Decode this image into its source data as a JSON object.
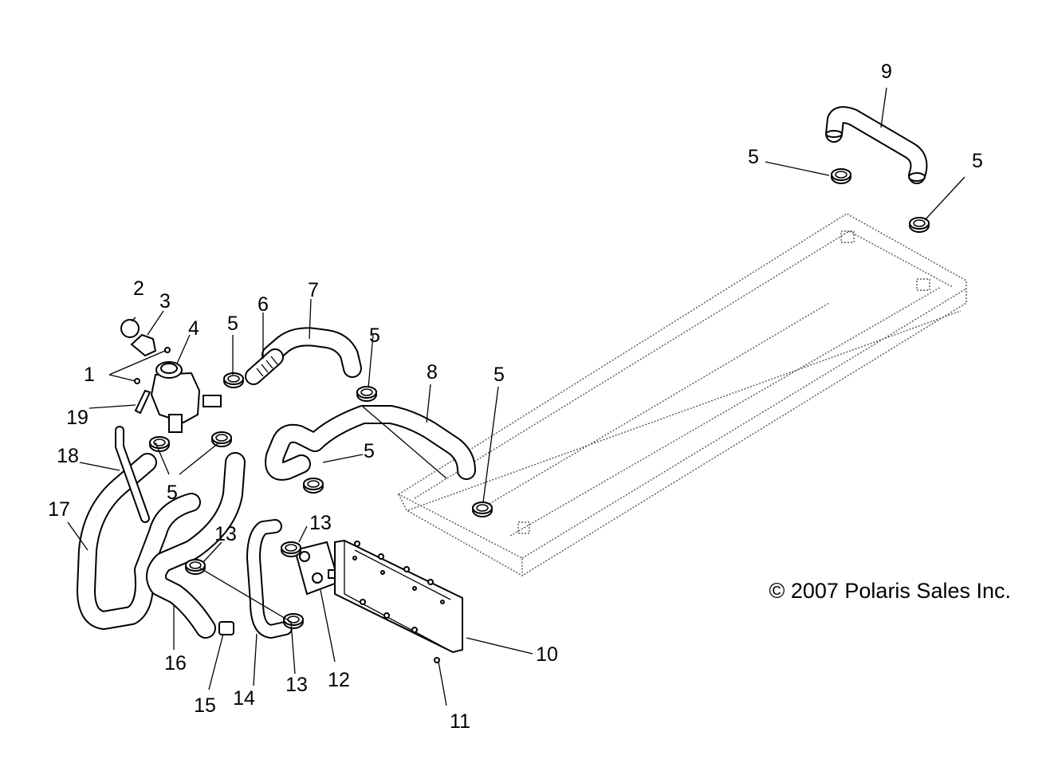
{
  "diagram": {
    "callouts": [
      "1",
      "2",
      "3",
      "4",
      "5",
      "6",
      "7",
      "8",
      "9",
      "10",
      "11",
      "12",
      "13",
      "14",
      "15",
      "16",
      "17",
      "18",
      "19"
    ],
    "copyright": "© 2007 Polaris Sales Inc."
  }
}
